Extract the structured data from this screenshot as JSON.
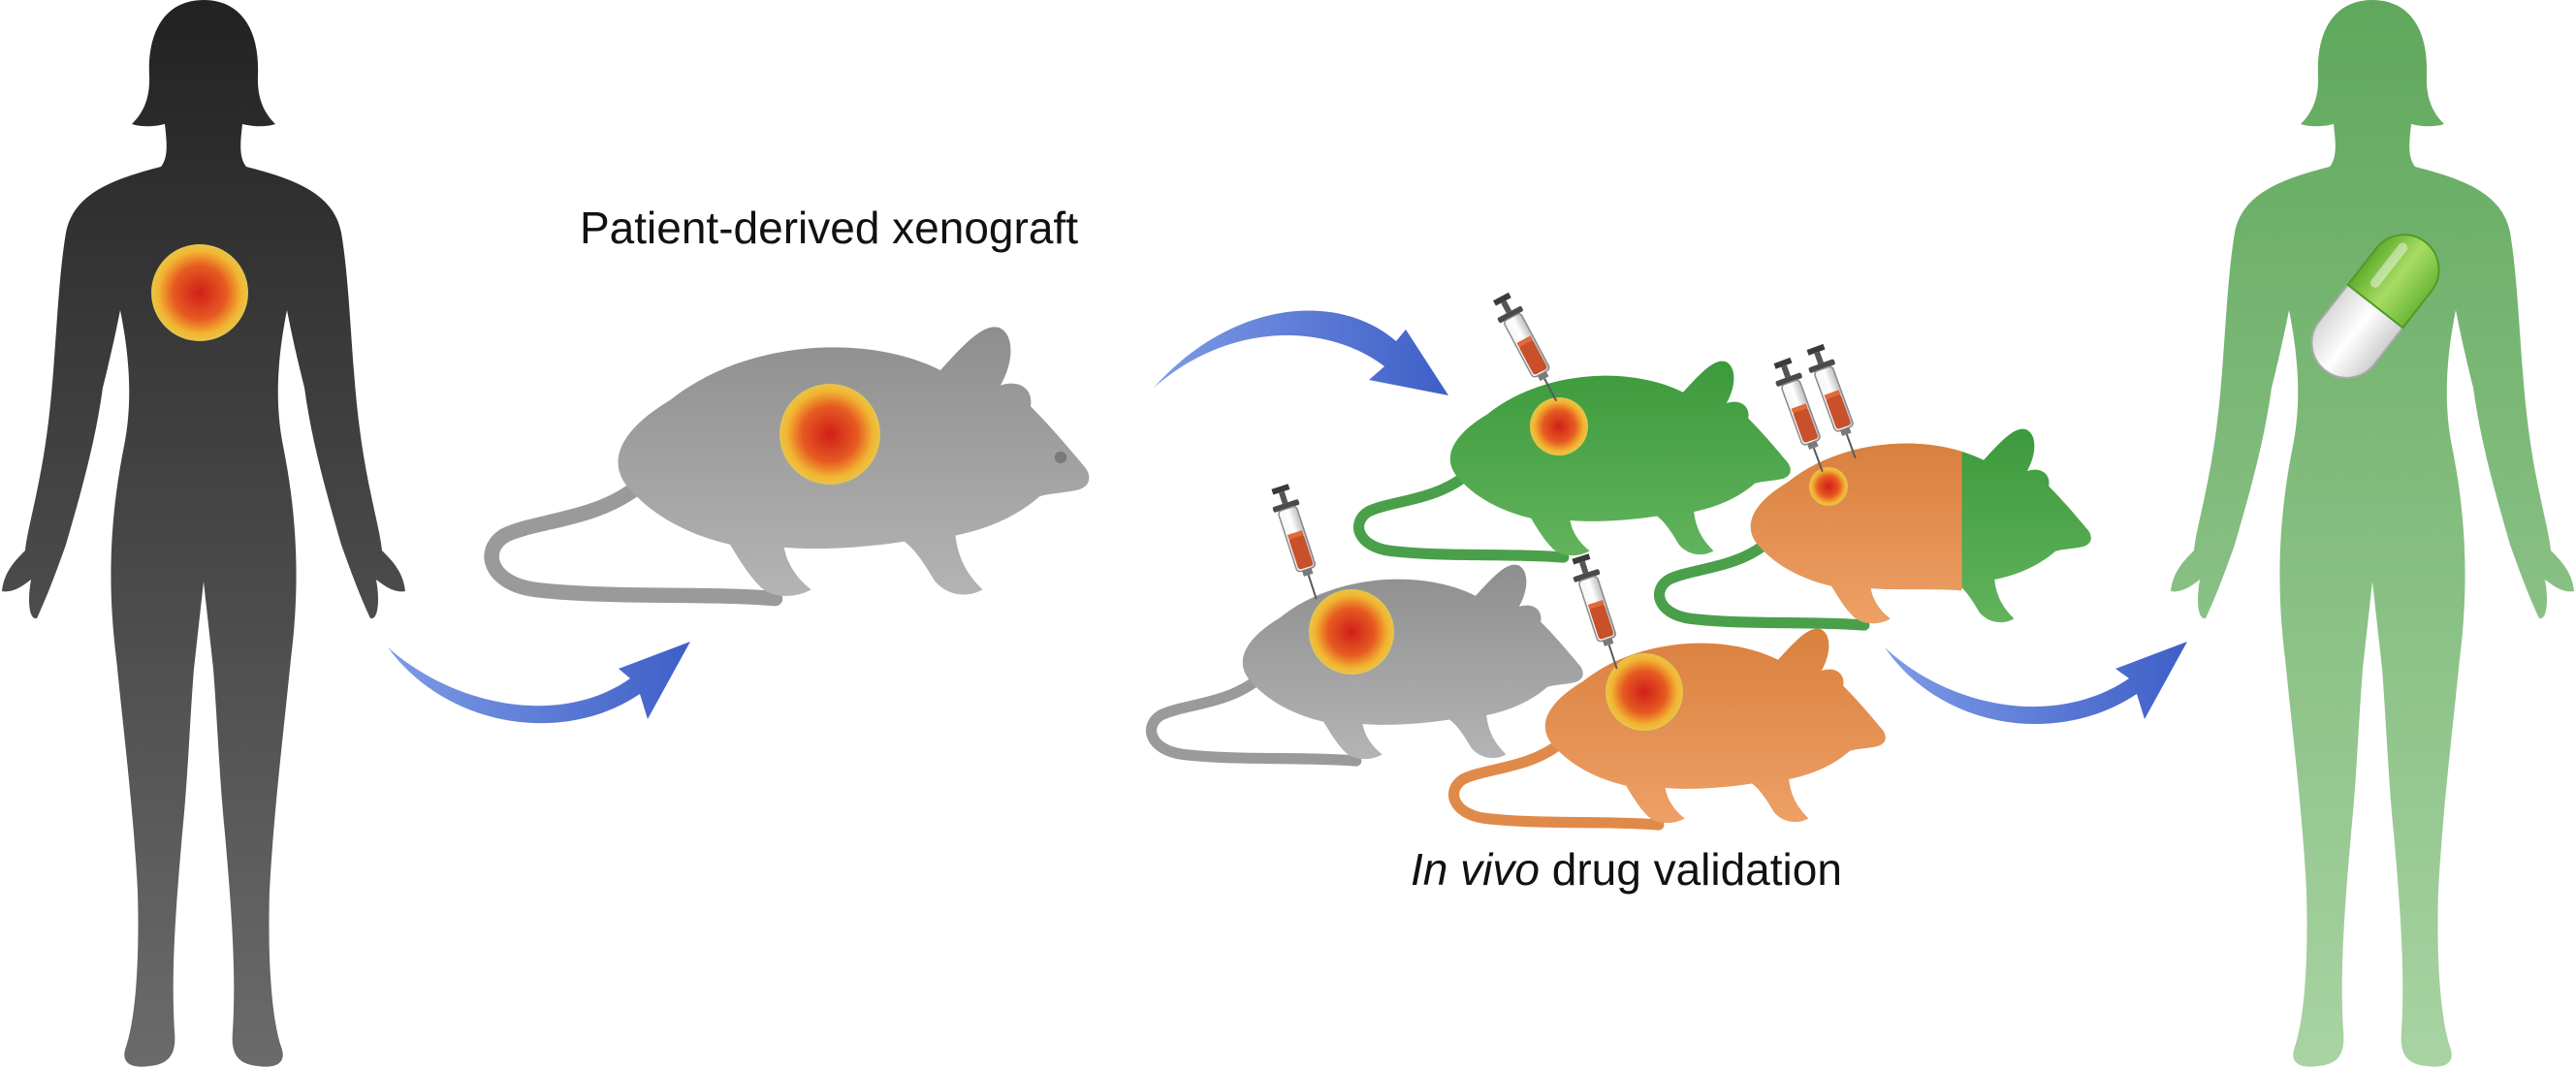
{
  "captions": {
    "pdx": "Patient-derived xenograft",
    "validation_em": "In vivo",
    "validation_rest": " drug validation"
  },
  "colors": {
    "patient_dark": "#2e2e2e",
    "patient_green": "#6db36b",
    "mouse_gray": "#9a9a9a",
    "mouse_green": "#4aa04a",
    "mouse_orange": "#e08a4a",
    "arrow_blue": "#4c6fd0",
    "tumor_core": "#d32a1a",
    "tumor_edge": "#f1c232",
    "capsule_green": "#7cc243"
  },
  "icons": [
    "female-silhouette-icon",
    "tumor-icon",
    "mouse-icon",
    "syringe-icon",
    "curved-arrow-icon",
    "capsule-icon"
  ]
}
